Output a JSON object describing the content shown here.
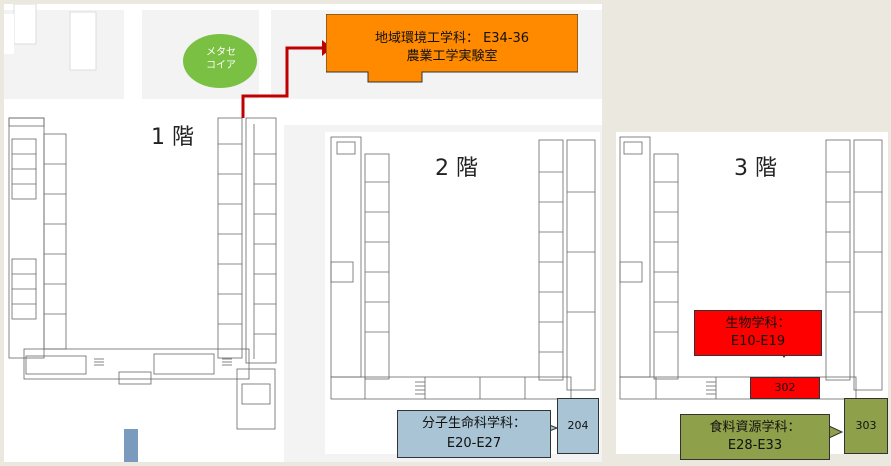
{
  "map": {
    "area_label": "メタセ\nコイア",
    "destination": {
      "line1": "地域環境工学科： E34-36",
      "line2": "農業工学実験室"
    }
  },
  "floors": {
    "floor1": {
      "label": "1 階"
    },
    "floor2": {
      "label": "2 階",
      "department": {
        "line1": "分子生命科学科：",
        "line2": "E20-E27"
      },
      "room": "204"
    },
    "floor3": {
      "label": "3 階",
      "department_a": {
        "line1": "生物学科：",
        "line2": "E10-E19"
      },
      "room_a": "302",
      "department_b": {
        "line1": "食料資源学科：",
        "line2": "E28-E33"
      },
      "room_b": "303"
    }
  },
  "colors": {
    "destination": "#ff8a00",
    "area_green": "#7ac143",
    "route": "#c00000",
    "biology": "#ff0000",
    "molecular": "#a9c4d4",
    "food": "#8fa04a",
    "background": "#ebe8df"
  }
}
